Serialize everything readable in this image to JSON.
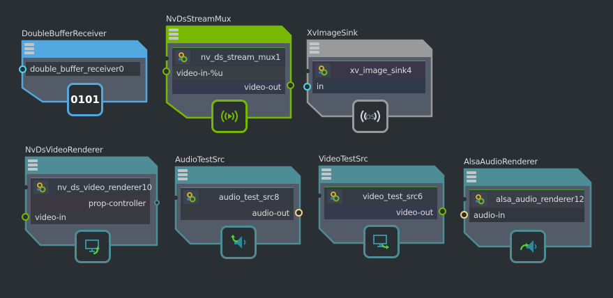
{
  "canvas": {
    "background": "#2a2f34"
  },
  "nodes": [
    {
      "id": "dbr",
      "type_label": "DoubleBufferReceiver",
      "instance": "double_buffer_receiver0",
      "color": "#53a8df",
      "badge": {
        "icon": "binary-icon",
        "text": "0101"
      },
      "ports": []
    },
    {
      "id": "mux",
      "type_label": "NvDsStreamMux",
      "instance": "nv_ds_stream_mux1",
      "color": "#76b900",
      "badge": {
        "icon": "broadcast-icon"
      },
      "ports": [
        {
          "name": "video-in-%u",
          "direction": "in"
        },
        {
          "name": "video-out",
          "direction": "out"
        }
      ]
    },
    {
      "id": "xv",
      "type_label": "XvImageSink",
      "instance": "xv_image_sink4",
      "color": "#9a9a9a",
      "badge": {
        "icon": "os-broadcast-icon",
        "text": "OS"
      },
      "ports": [
        {
          "name": "in",
          "direction": "in"
        }
      ]
    },
    {
      "id": "vr",
      "type_label": "NvDsVideoRenderer",
      "instance": "nv_ds_video_renderer10",
      "color": "#4e8c96",
      "badge": {
        "icon": "monitor-in-icon"
      },
      "ports": [
        {
          "name": "prop-controller",
          "direction": "out"
        },
        {
          "name": "video-in",
          "direction": "in"
        }
      ]
    },
    {
      "id": "ats",
      "type_label": "AudioTestSrc",
      "instance": "audio_test_src8",
      "color": "#4e8c96",
      "badge": {
        "icon": "speaker-out-icon"
      },
      "ports": [
        {
          "name": "audio-out",
          "direction": "out"
        }
      ]
    },
    {
      "id": "vts",
      "type_label": "VideoTestSrc",
      "instance": "video_test_src6",
      "color": "#4e8c96",
      "badge": {
        "icon": "monitor-out-icon"
      },
      "ports": [
        {
          "name": "video-out",
          "direction": "out"
        }
      ]
    },
    {
      "id": "aar",
      "type_label": "AlsaAudioRenderer",
      "instance": "alsa_audio_renderer12",
      "color": "#4e8c96",
      "badge": {
        "icon": "speaker-in-icon"
      },
      "ports": [
        {
          "name": "audio-in",
          "direction": "in"
        }
      ]
    }
  ],
  "port_colors": {
    "video": "#76b900",
    "audio": "#f2d88a",
    "generic": "#4fd6f0",
    "control": "#4e8c96"
  }
}
